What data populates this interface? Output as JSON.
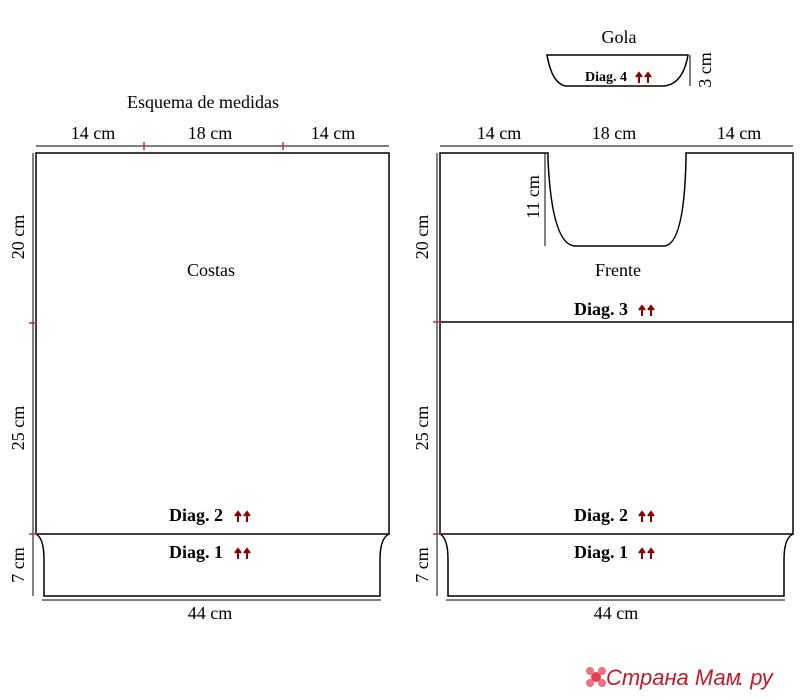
{
  "title": "Esquema de medidas",
  "collar": {
    "label": "Gola",
    "diag": "Diag. 4",
    "height": "3 cm"
  },
  "back_piece": {
    "top_widths": [
      "14 cm",
      "18 cm",
      "14 cm"
    ],
    "heights": [
      "20 cm",
      "25 cm",
      "7 cm"
    ],
    "name": "Costas",
    "diag_2": "Diag. 2",
    "diag_1": "Diag. 1",
    "bottom_width": "44 cm"
  },
  "front_piece": {
    "top_widths": [
      "14 cm",
      "18 cm",
      "14 cm"
    ],
    "neck_depth": "11 cm",
    "heights": [
      "20 cm",
      "25 cm",
      "7 cm"
    ],
    "name": "Frente",
    "diag_3": "Diag. 3",
    "diag_2": "Diag. 2",
    "diag_1": "Diag. 1",
    "bottom_width": "44 cm"
  },
  "arrow_color": "#8b0000",
  "watermark": {
    "text": "Страна Мам",
    "suffix": ". ру",
    "color": "#c01c2a"
  }
}
